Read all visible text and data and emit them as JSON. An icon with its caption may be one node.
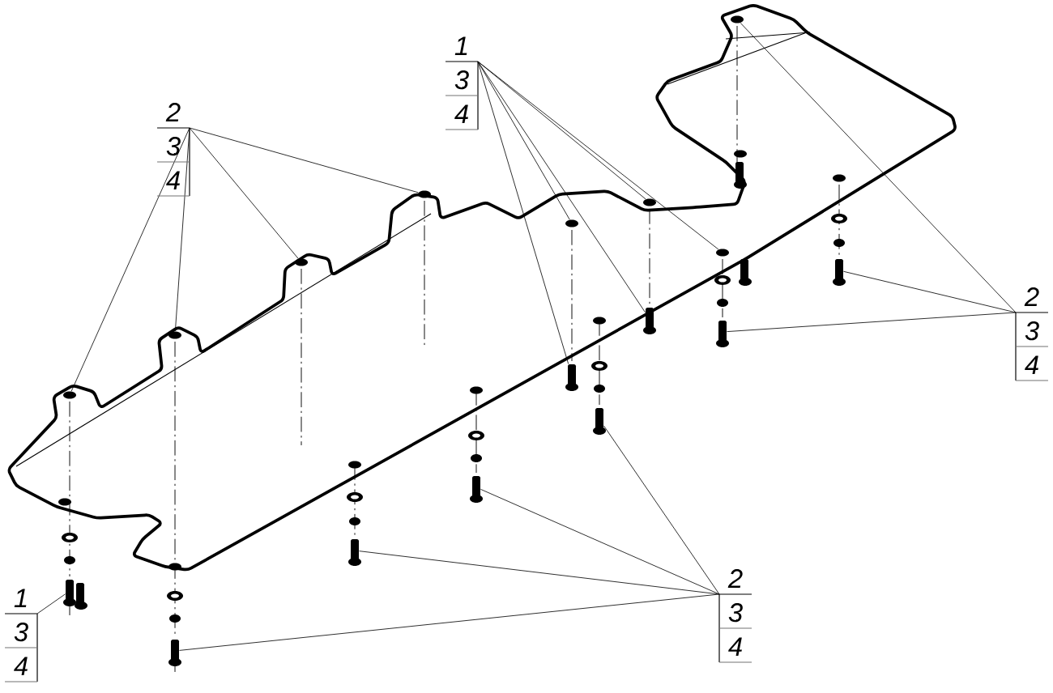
{
  "diagram": {
    "nodes": [
      {
        "text": [
          "2",
          "3",
          "4"
        ]
      },
      {
        "text": [
          "1",
          "3",
          "4"
        ]
      },
      {
        "text": [
          "2",
          "3",
          "4"
        ]
      },
      {
        "text": [
          "1",
          "3",
          "4"
        ]
      },
      {
        "text": [
          "2",
          "3",
          "4"
        ]
      },
      {
        "text": [],
        "shape": "hole"
      },
      {
        "text": [],
        "shape": "bolt"
      },
      {
        "text": [],
        "shape": "hole"
      },
      {
        "text": [],
        "shape": "bolt"
      },
      {
        "text": [],
        "shape": "hole"
      },
      {
        "text": [],
        "shape": "bolt"
      },
      {
        "text": [],
        "shape": "hole"
      },
      {
        "text": [],
        "shape": "bolt"
      },
      {
        "text": [],
        "shape": "hole"
      },
      {
        "text": [],
        "shape": "bolt"
      },
      {
        "text": [],
        "shape": "bolt"
      },
      {
        "text": [],
        "shape": "hole"
      },
      {
        "text": [],
        "shape": "bolt"
      },
      {
        "text": [],
        "shape": "hole"
      },
      {
        "text": [],
        "shape": "bolt"
      },
      {
        "text": [],
        "shape": "hole"
      },
      {
        "text": [],
        "shape": "bolt"
      }
    ],
    "edges": [
      {
        "from": 0,
        "to": 11,
        "arrow": "none"
      },
      {
        "from": 0,
        "to": 9,
        "arrow": "none"
      },
      {
        "from": 0,
        "to": 7,
        "arrow": "none"
      },
      {
        "from": 0,
        "to": 5,
        "arrow": "none"
      },
      {
        "from": 1,
        "to": 14,
        "arrow": "none"
      },
      {
        "from": 1,
        "to": 17,
        "arrow": "none"
      },
      {
        "from": 1,
        "to": 18,
        "arrow": "none"
      },
      {
        "from": 1,
        "to": 13,
        "arrow": "none"
      },
      {
        "from": 1,
        "to": 16,
        "arrow": "none"
      },
      {
        "from": 2,
        "to": 20,
        "arrow": "none"
      },
      {
        "from": 2,
        "to": 21,
        "arrow": "none"
      },
      {
        "from": 2,
        "to": 19,
        "arrow": "none"
      },
      {
        "from": 3,
        "to": 6,
        "arrow": "none"
      },
      {
        "from": 4,
        "to": 15,
        "arrow": "none"
      },
      {
        "from": 4,
        "to": 12,
        "arrow": "none"
      },
      {
        "from": 4,
        "to": 10,
        "arrow": "none"
      },
      {
        "from": 4,
        "to": 8,
        "arrow": "none"
      }
    ]
  }
}
